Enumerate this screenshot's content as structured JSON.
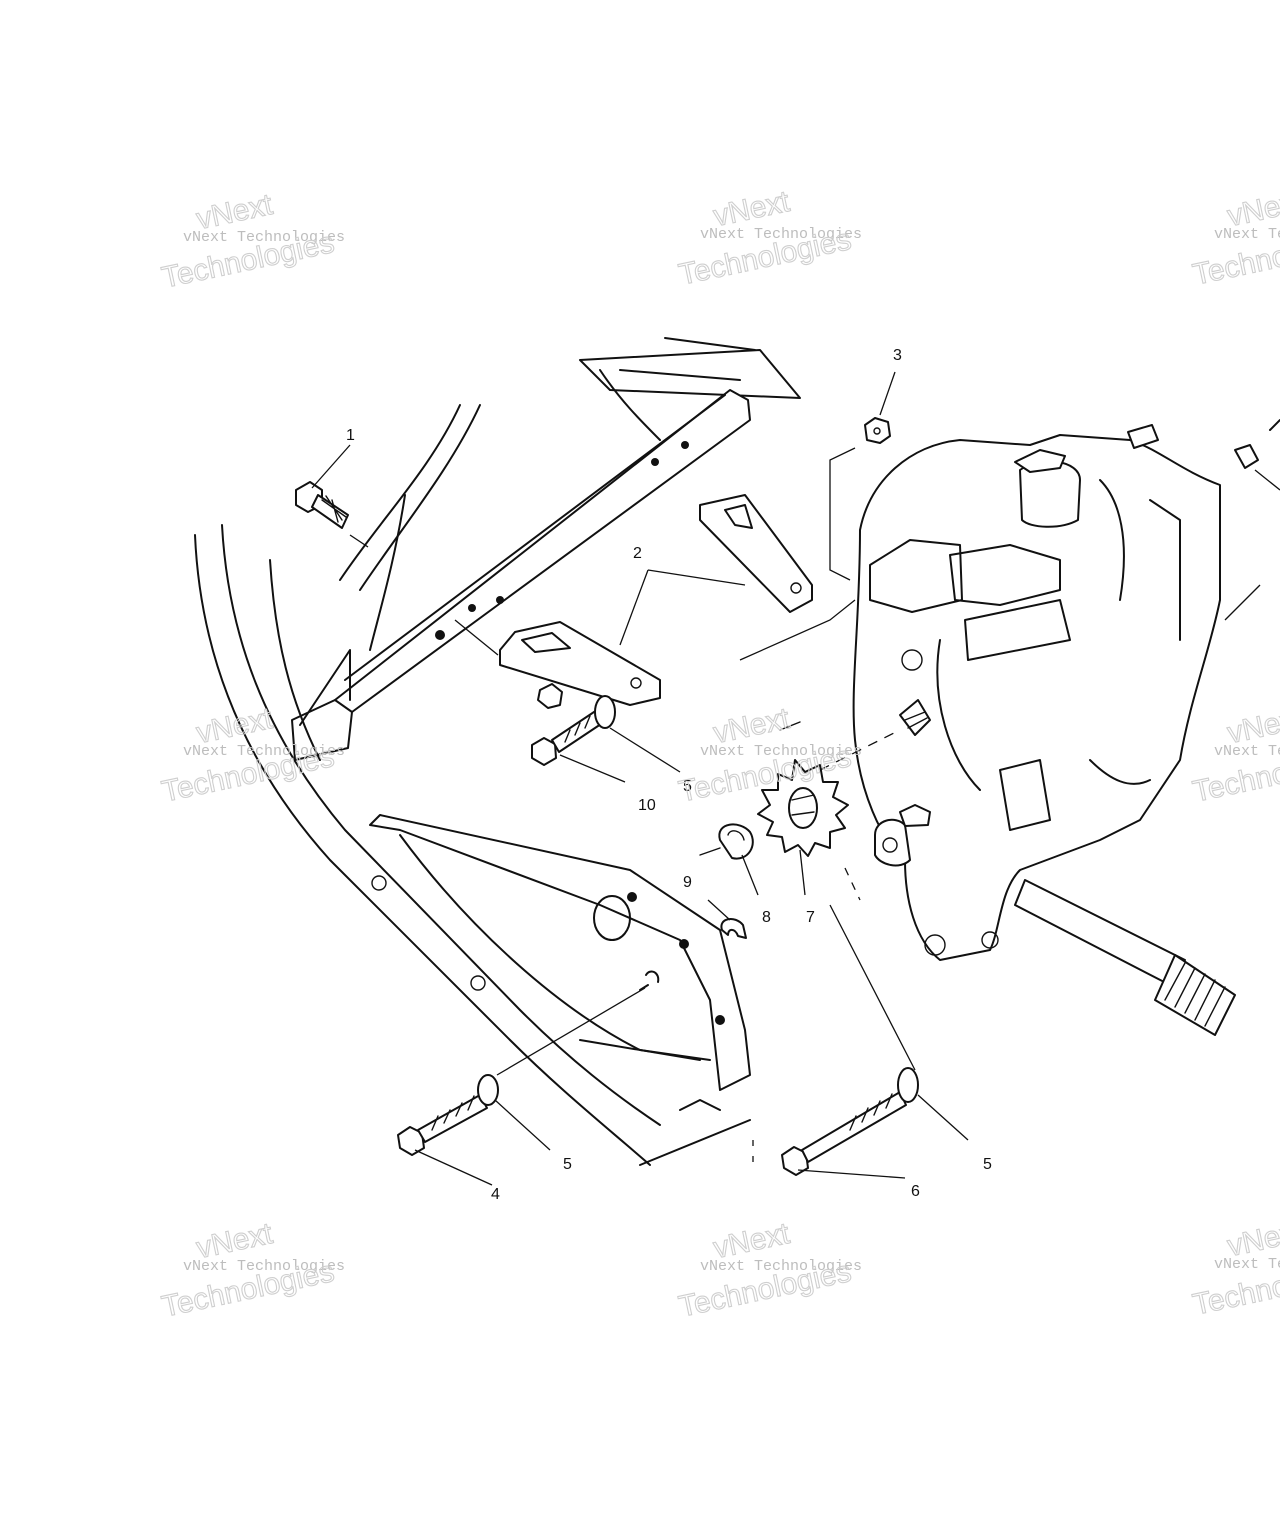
{
  "watermark": {
    "line_small": "vNext Technologies",
    "line_big_1": "vNext",
    "line_big_2": "Technologies"
  },
  "callouts": {
    "c1": "1",
    "c2": "2",
    "c3": "3",
    "c4": "4",
    "c5a": "5",
    "c5b": "5",
    "c5c": "5",
    "c6": "6",
    "c7": "7",
    "c8": "8",
    "c9": "9",
    "c10": "10"
  }
}
